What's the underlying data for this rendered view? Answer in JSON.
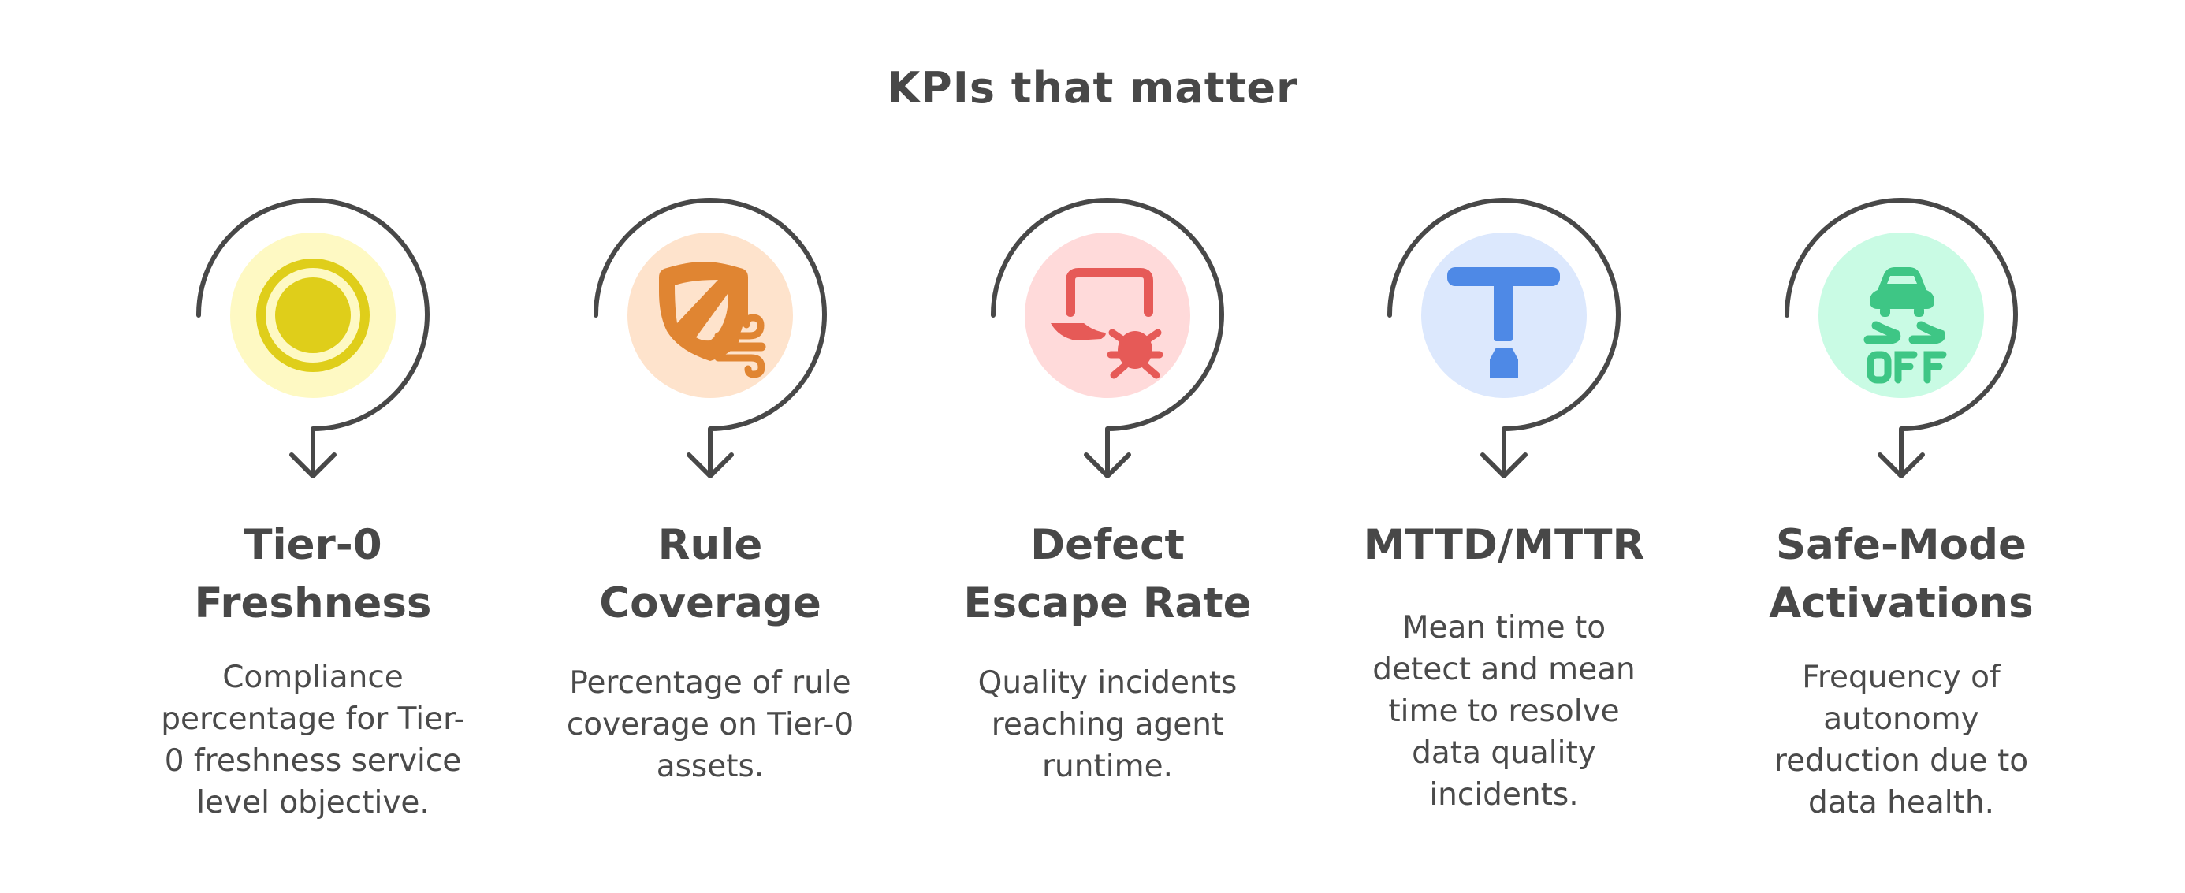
{
  "title": "KPIs that matter",
  "colors": {
    "stroke": "#484848",
    "text": "#484848"
  },
  "kpis": [
    {
      "heading_lines": [
        "Tier-0",
        "Freshness"
      ],
      "description_lines": [
        "Compliance",
        "percentage for Tier-",
        "0 freshness service",
        "level objective."
      ],
      "icon": "target-circle-icon",
      "bg_color": "#FEF9C3",
      "fg_color": "#DFCE1A"
    },
    {
      "heading_lines": [
        "Rule",
        "Coverage"
      ],
      "description_lines": [
        "Percentage of rule",
        "coverage on Tier-0",
        "assets."
      ],
      "icon": "shield-wind-icon",
      "bg_color": "#FEE3CC",
      "fg_color": "#E08532"
    },
    {
      "heading_lines": [
        "Defect",
        "Escape Rate"
      ],
      "description_lines": [
        "Quality incidents",
        "reaching agent",
        "runtime."
      ],
      "icon": "laptop-bug-icon",
      "bg_color": "#FFDADA",
      "fg_color": "#E65A57"
    },
    {
      "heading_lines": [
        "MTTD/MTTR"
      ],
      "description_lines": [
        "Mean time to",
        "detect and mean",
        "time to resolve",
        "data quality",
        "incidents."
      ],
      "icon": "t-wrench-icon",
      "bg_color": "#DCE8FD",
      "fg_color": "#4E89E6"
    },
    {
      "heading_lines": [
        "Safe-Mode",
        "Activations"
      ],
      "description_lines": [
        "Frequency of",
        "autonomy",
        "reduction due to",
        "data health."
      ],
      "icon": "traction-control-off-icon",
      "bg_color": "#C9FBE4",
      "fg_color": "#3EC685"
    }
  ]
}
